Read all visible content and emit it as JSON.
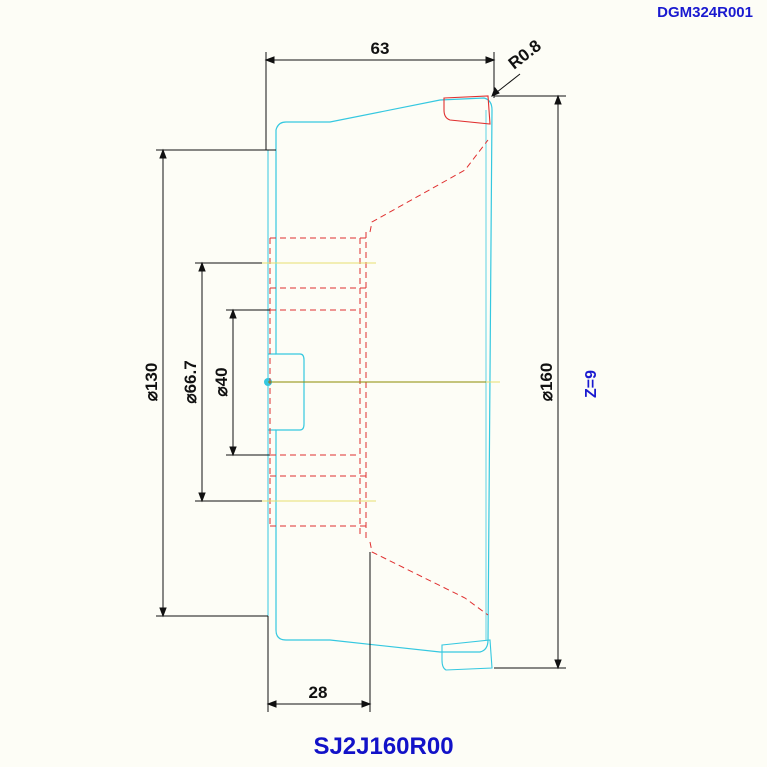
{
  "drawing_code": "DGM324R001",
  "part_number": "SJ2J160R00",
  "dimensions": {
    "width_total": "63",
    "width_hub": "28",
    "radius": "R0.8",
    "dia_outer": "⌀160",
    "dia_body": "⌀130",
    "dia_pcd": "⌀66.7",
    "dia_bore": "⌀40"
  },
  "teeth": "Z=9",
  "colors": {
    "outline": "#35c8e0",
    "hidden": "#e03030",
    "dimension": "#111111",
    "center": "#8a8a00",
    "accent_text": "#1a1ad0"
  }
}
